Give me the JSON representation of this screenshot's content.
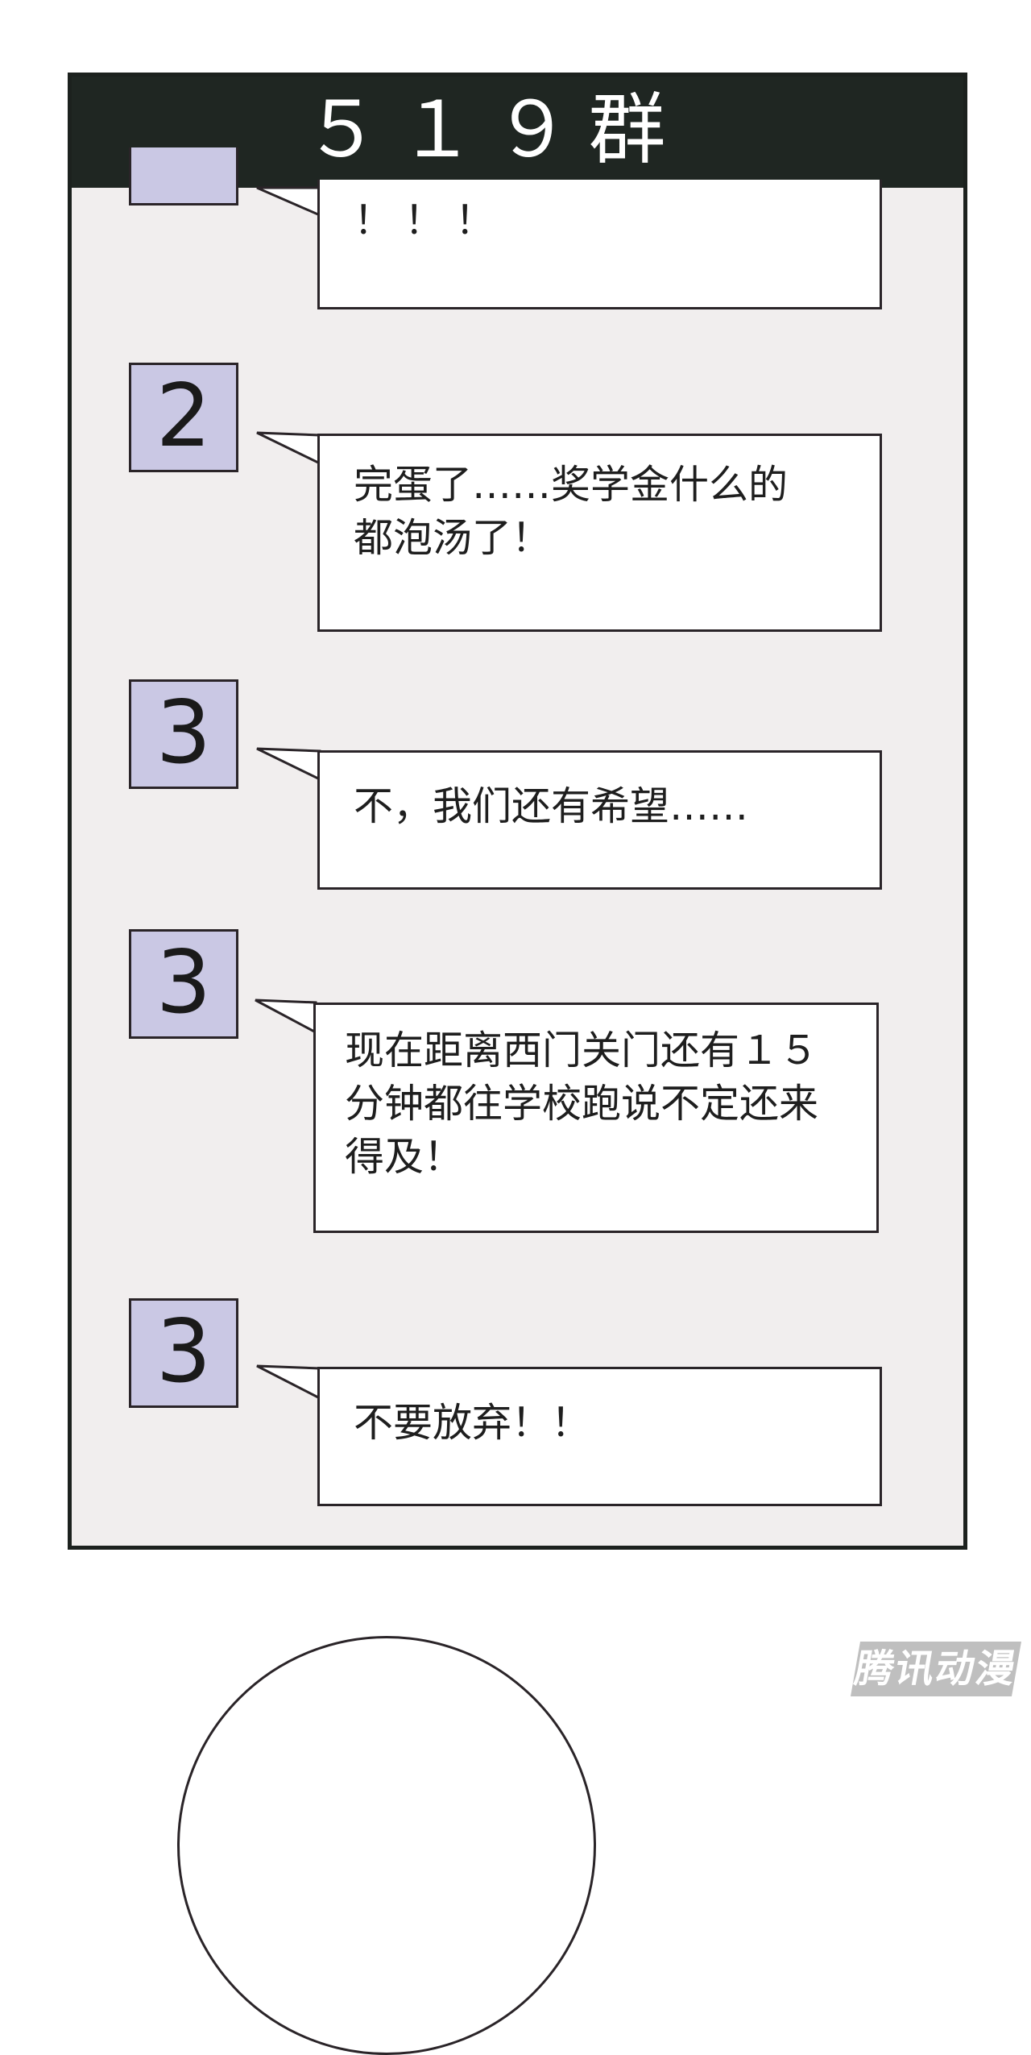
{
  "chat": {
    "title": "５１９群",
    "messages": [
      {
        "avatar": "",
        "text": "！！！"
      },
      {
        "avatar": "2",
        "text": "完蛋了……奖学金什么的\n都泡汤了！"
      },
      {
        "avatar": "3",
        "text": "不，我们还有希望……"
      },
      {
        "avatar": "3",
        "text": "现在距离西门关门还有１５\n分钟都往学校跑说不定还来\n得及！"
      },
      {
        "avatar": "3",
        "text": "不要放弃！！"
      }
    ]
  },
  "watermark": "腾讯动漫",
  "colors": {
    "header": "#1f2622",
    "chat_background": "#f1eeee",
    "avatar": "#cac8e4",
    "bubble": "#ffffff"
  }
}
